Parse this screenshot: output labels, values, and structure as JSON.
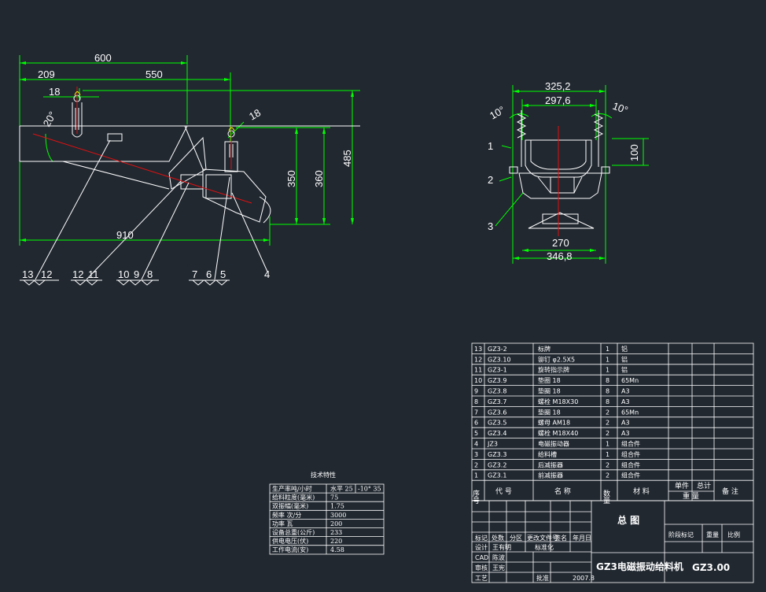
{
  "front_view": {
    "dims": {
      "d600": "600",
      "d209": "209",
      "d550": "550",
      "d18a": "18",
      "d18b": "18",
      "d20": "20°",
      "d350": "350",
      "d360": "360",
      "d485": "485",
      "d910": "910"
    },
    "leaders": {
      "l13": "13",
      "l12a": "12",
      "l12b": "12",
      "l11": "11",
      "l10": "10",
      "l9": "9",
      "l8": "8",
      "l7": "7",
      "l6": "6",
      "l5": "5",
      "l4": "4"
    }
  },
  "side_view": {
    "dims": {
      "d325": "325,2",
      "d297": "297,6",
      "d10a": "10°",
      "d10b": "10°",
      "d100": "100",
      "d270": "270",
      "d346": "346,8"
    },
    "leaders": {
      "l1": "1",
      "l2": "2",
      "l3": "3"
    }
  },
  "specs": {
    "title": "技术特性",
    "rows": [
      {
        "label": "生产率吨/小时",
        "value": "水平 25",
        "extra": "-10° 35"
      },
      {
        "label": "给料粒度(毫米)",
        "value": "75",
        "extra": ""
      },
      {
        "label": "双振幅(毫米)",
        "value": "1.75",
        "extra": ""
      },
      {
        "label": "频率 次/分",
        "value": "3000",
        "extra": ""
      },
      {
        "label": "功率 瓦",
        "value": "200",
        "extra": ""
      },
      {
        "label": "设备总重(公斤)",
        "value": "233",
        "extra": ""
      },
      {
        "label": "供电电压(伏)",
        "value": "220",
        "extra": ""
      },
      {
        "label": "工作电流(安)",
        "value": "4.58",
        "extra": ""
      }
    ]
  },
  "bom": {
    "rows": [
      {
        "no": "13",
        "code": "GZ3-2",
        "name": "标牌",
        "qty": "1",
        "mat": "铝"
      },
      {
        "no": "12",
        "code": "GZ3.10",
        "name": "铆钉 φ2.5X5",
        "qty": "1",
        "mat": "铝"
      },
      {
        "no": "11",
        "code": "GZ3-1",
        "name": "旋转指示牌",
        "qty": "1",
        "mat": "铝"
      },
      {
        "no": "10",
        "code": "GZ3.9",
        "name": "垫圈 18",
        "qty": "8",
        "mat": "65Mn"
      },
      {
        "no": "9",
        "code": "GZ3.8",
        "name": "垫圈 18",
        "qty": "8",
        "mat": "A3"
      },
      {
        "no": "8",
        "code": "GZ3.7",
        "name": "螺栓 M18X30",
        "qty": "8",
        "mat": "A3"
      },
      {
        "no": "7",
        "code": "GZ3.6",
        "name": "垫圈 18",
        "qty": "2",
        "mat": "65Mn"
      },
      {
        "no": "6",
        "code": "GZ3.5",
        "name": "螺母 AM18",
        "qty": "2",
        "mat": "A3"
      },
      {
        "no": "5",
        "code": "GZ3.4",
        "name": "螺栓 M18X40",
        "qty": "2",
        "mat": "A3"
      },
      {
        "no": "4",
        "code": "JZ3",
        "name": "电磁振动器",
        "qty": "1",
        "mat": "组合件"
      },
      {
        "no": "3",
        "code": "GZ3.3",
        "name": "给料槽",
        "qty": "1",
        "mat": "组合件"
      },
      {
        "no": "2",
        "code": "GZ3.2",
        "name": "后减振器",
        "qty": "2",
        "mat": "组合件"
      },
      {
        "no": "1",
        "code": "GZ3.1",
        "name": "前减振器",
        "qty": "2",
        "mat": "组合件"
      }
    ],
    "header": {
      "no": "序号",
      "code": "代 号",
      "name": "名 称",
      "qty": "数量",
      "mat": "材 料",
      "unit": "单件",
      "total": "总计",
      "weight": "重 量",
      "note": "备 注"
    }
  },
  "title_block": {
    "drawing_name": "总 图",
    "product": "GZ3电磁振动给料机",
    "drawing_no": "GZ3.00",
    "labels": {
      "mark": "标记",
      "count": "处数",
      "zone": "分区",
      "file": "更改文件号",
      "sign": "签名",
      "date": "年月日",
      "design": "设计",
      "cad": "CAD",
      "review": "审核",
      "process": "工艺",
      "std": "标准化",
      "approve": "批准",
      "stage": "阶段标记",
      "weight": "重量",
      "scale": "比例"
    },
    "people": {
      "designer": "王有明",
      "cad": "陈波",
      "reviewer": "王宪"
    },
    "date": "2007.8"
  }
}
